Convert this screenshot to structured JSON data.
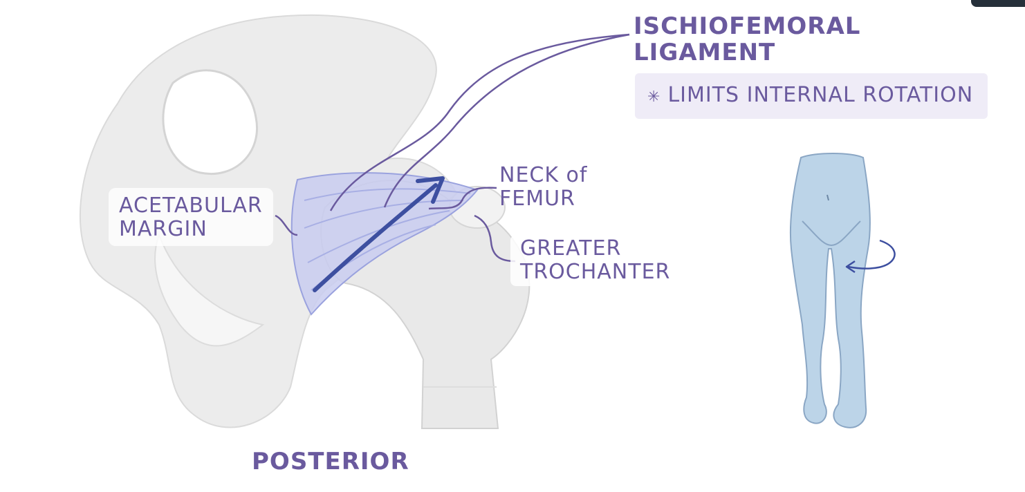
{
  "labels": {
    "title_line1": "ISCHIOFEMORAL",
    "title_line2": "LIGAMENT",
    "note_symbol": "✳",
    "note_text": "LIMITS INTERNAL ROTATION",
    "acetabular_line1": "ACETABULAR",
    "acetabular_line2": "MARGIN",
    "neck_line1": "NECK of",
    "neck_line2": "FEMUR",
    "greater_line1": "GREATER",
    "greater_line2": "TROCHANTER",
    "view": "POSTERIOR"
  },
  "colors": {
    "text": "#6a5a9e",
    "ligament": "#c9cdf0",
    "ligament_stroke": "#9aa2de",
    "arrow": "#3d4fa0",
    "bone": "#ececec",
    "bone_shadow": "#d6d6d6",
    "body_figure": "#bcd4e8",
    "body_outline": "#8aa6c4",
    "note_bg": "#efecf7"
  },
  "icons": {
    "rotation_arrow": "curved-arrow-icon",
    "note_bullet": "asterisk-icon"
  }
}
